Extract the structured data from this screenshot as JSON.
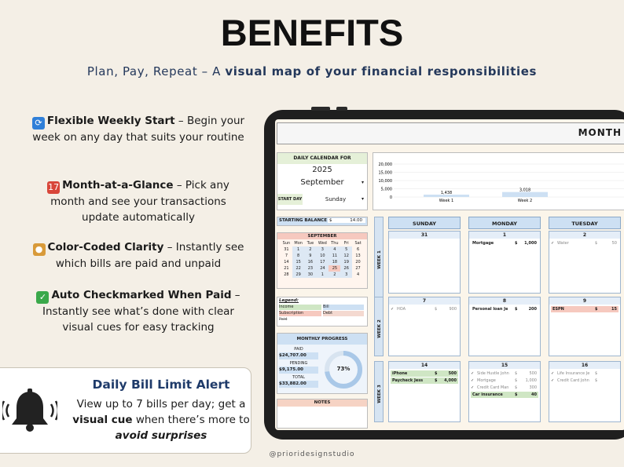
{
  "header": {
    "title": "BENEFITS",
    "subtitle_plain": "Plan, Pay, Repeat – A ",
    "subtitle_bold": "visual map of your financial responsibilities"
  },
  "benefits": [
    {
      "icon": "refresh-icon",
      "color": "#2f7fd8",
      "glyph": "⟳",
      "title": "Flexible Weekly Start",
      "text": " – Begin your week on any day that suits your routine"
    },
    {
      "icon": "calendar-icon",
      "color": "#d8463a",
      "glyph": "17",
      "title": "Month-at-a-Glance",
      "text": " – Pick any month and see your transactions update automatically"
    },
    {
      "icon": "palette-icon",
      "color": "#d89a3a",
      "glyph": "●",
      "title": "Color-Coded Clarity",
      "text": " – Instantly see which bills are paid and unpaid"
    },
    {
      "icon": "check-icon",
      "color": "#3aa84a",
      "glyph": "✓",
      "title": "Auto Checkmarked When Paid",
      "text": " – Instantly see what’s done with clear visual cues for easy tracking"
    }
  ],
  "alert": {
    "title": "Daily Bill Limit Alert",
    "text_1": "View up to 7 bills per day; get a ",
    "text_bold_1": "visual cue",
    "text_2": " when there’s more to ",
    "text_bold_2": "avoid surprises"
  },
  "credit": "@prioridesignstudio",
  "app": {
    "header_title": "MONTH",
    "calendar_panel": {
      "title": "DAILY CALENDAR FOR",
      "year": "2025",
      "month": "September",
      "start_day_label": "START DAY",
      "start_day": "Sunday"
    },
    "starting_balance": {
      "label": "STARTING BALANCE",
      "currency": "$",
      "value": "14.00"
    },
    "mini_calendar": {
      "title": "SEPTEMBER",
      "weekdays": [
        "Sun",
        "Mon",
        "Tue",
        "Wed",
        "Thu",
        "Fri",
        "Sat"
      ],
      "rows": [
        [
          "31",
          "1",
          "2",
          "3",
          "4",
          "5",
          "6"
        ],
        [
          "7",
          "8",
          "9",
          "10",
          "11",
          "12",
          "13"
        ],
        [
          "14",
          "15",
          "16",
          "17",
          "18",
          "19",
          "20"
        ],
        [
          "21",
          "22",
          "23",
          "24",
          "25",
          "26",
          "27"
        ],
        [
          "28",
          "29",
          "30",
          "1",
          "2",
          "3",
          "4"
        ]
      ]
    },
    "legend": {
      "title": "Legend:",
      "items": [
        {
          "label": "Income",
          "value": "Bill"
        },
        {
          "label": "Subscription",
          "value": "Debt"
        },
        {
          "label": "Paid",
          "value": ""
        }
      ]
    },
    "monthly_progress": {
      "title": "MONTHLY PROGRESS",
      "paid_label": "PAID",
      "paid": "$24,707.00",
      "pending_label": "PENDING",
      "pending": "$9,175.00",
      "total_label": "TOTAL",
      "total": "$33,882.00",
      "percent_label": "73%",
      "percent": 0.73
    },
    "notes_title": "NOTES",
    "chart_data": {
      "type": "bar",
      "categories": [
        "Week 1",
        "Week 2"
      ],
      "values": [
        1438,
        3018
      ],
      "value_labels": [
        "1,438",
        "3,018"
      ],
      "y_ticks": [
        "20,000",
        "15,000",
        "10,000",
        "5,000",
        "0"
      ],
      "ylim": [
        0,
        20000
      ]
    },
    "week_labels": [
      "WEEK 1",
      "WEEK 2",
      "WEEK 3"
    ],
    "day_headers": [
      "SUNDAY",
      "MONDAY",
      "TUESDAY"
    ],
    "weeks": [
      {
        "days": [
          {
            "num": "31",
            "bills": []
          },
          {
            "num": "1",
            "bills": [
              {
                "name": "Mortgage",
                "cur": "$",
                "amount": "1,000",
                "paid": false,
                "color": "#ffffff"
              }
            ]
          },
          {
            "num": "2",
            "bills": [
              {
                "name": "Water",
                "cur": "$",
                "amount": "50",
                "paid": true,
                "color": "#ffffff"
              }
            ]
          }
        ]
      },
      {
        "days": [
          {
            "num": "7",
            "bills": [
              {
                "name": "HOA",
                "cur": "$",
                "amount": "900",
                "paid": true,
                "color": "#ffffff"
              }
            ]
          },
          {
            "num": "8",
            "bills": [
              {
                "name": "Personal loan Je",
                "cur": "$",
                "amount": "200",
                "paid": false,
                "color": "#ffffff"
              }
            ]
          },
          {
            "num": "9",
            "bills": [
              {
                "name": "ESPN",
                "cur": "$",
                "amount": "15",
                "paid": false,
                "color": "#f6c9bf"
              }
            ]
          }
        ]
      },
      {
        "days": [
          {
            "num": "14",
            "bills": [
              {
                "name": "iPhone",
                "cur": "$",
                "amount": "500",
                "paid": false,
                "color": "#cfe6c4"
              },
              {
                "name": "Paycheck Jess",
                "cur": "$",
                "amount": "4,000",
                "paid": false,
                "color": "#cfe6c4"
              }
            ]
          },
          {
            "num": "15",
            "bills": [
              {
                "name": "Side Hustle John",
                "cur": "$",
                "amount": "500",
                "paid": true,
                "color": "#ffffff"
              },
              {
                "name": "Mortgage",
                "cur": "$",
                "amount": "1,000",
                "paid": true,
                "color": "#ffffff"
              },
              {
                "name": "Credit Card Man",
                "cur": "$",
                "amount": "300",
                "paid": true,
                "color": "#ffffff"
              },
              {
                "name": "Car insurance",
                "cur": "$",
                "amount": "40",
                "paid": false,
                "color": "#cfe6c4"
              }
            ]
          },
          {
            "num": "16",
            "bills": [
              {
                "name": "Life Insurance Je",
                "cur": "$",
                "amount": "",
                "paid": true,
                "color": "#ffffff"
              },
              {
                "name": "Credit Card John",
                "cur": "$",
                "amount": "",
                "paid": true,
                "color": "#ffffff"
              }
            ]
          }
        ]
      }
    ]
  }
}
